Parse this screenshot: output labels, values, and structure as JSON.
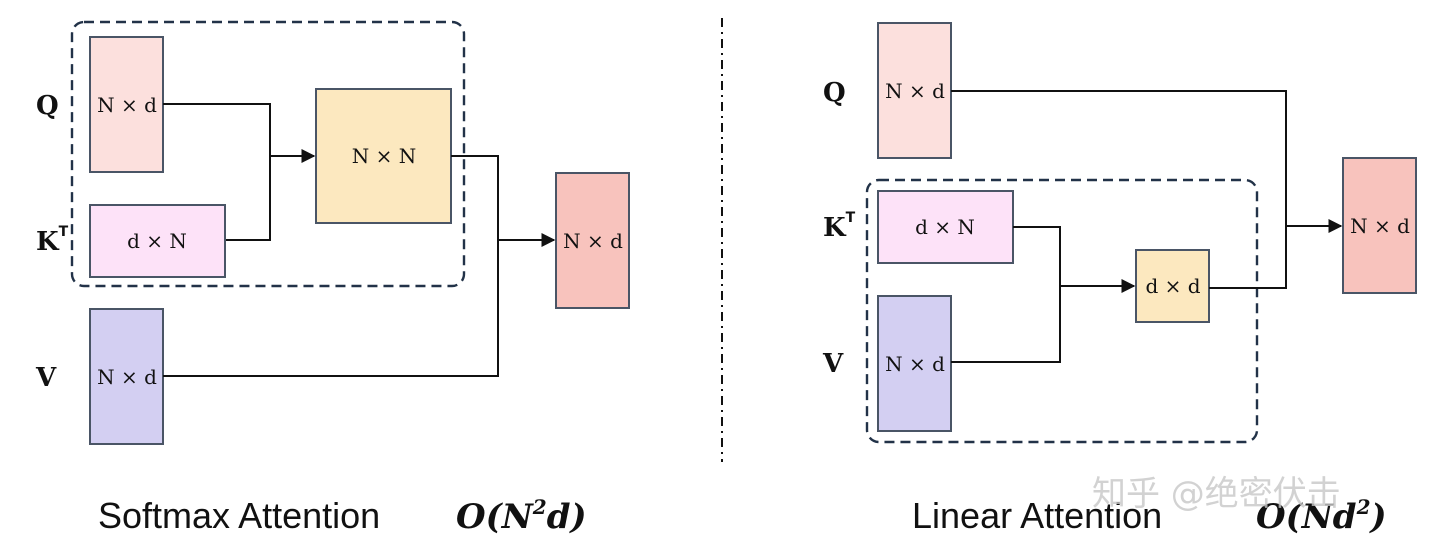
{
  "colors": {
    "pink_light": "#fce0dd",
    "pink_dark": "#f8c3bd",
    "lavender": "#fde2f8",
    "purple": "#d3cff2",
    "orange": "#fce8bf",
    "dashed_border": "#223248",
    "box_border": "#4a5566"
  },
  "softmax": {
    "labels": {
      "q": "Q",
      "k": "K",
      "k_sup": "T",
      "v": "V"
    },
    "boxes": {
      "q": "N × d",
      "kt": "d × N",
      "qk": "N × N",
      "v": "N × d",
      "out": "N × d"
    },
    "caption": "Softmax Attention",
    "complexity": {
      "base": "O(N",
      "sup": "2",
      "tail": "d)"
    }
  },
  "linear": {
    "labels": {
      "q": "Q",
      "k": "K",
      "k_sup": "T",
      "v": "V"
    },
    "boxes": {
      "q": "N × d",
      "kt": "d × N",
      "kv": "d × d",
      "v": "N × d",
      "out": "N × d"
    },
    "caption": "Linear Attention",
    "complexity": {
      "base": "O(Nd",
      "sup": "2",
      "tail": ")"
    }
  },
  "watermark": "知乎 @绝密伏击"
}
